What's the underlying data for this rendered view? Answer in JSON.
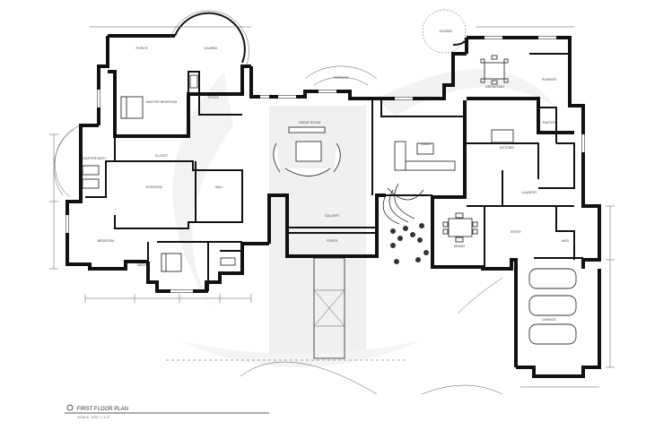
{
  "plan": {
    "title": "FIRST FLOOR PLAN",
    "scale_note": "SCALE: 3/32\" = 1'-0\"",
    "rooms": {
      "master_bedroom": "MASTER BEDROOM",
      "master_bath": "MASTER BATH",
      "closet": "CLOSET",
      "study": "STUDY",
      "great_room": "GREAT ROOM",
      "family": "FAMILY",
      "kitchen": "KITCHEN",
      "dining": "DINING",
      "mudroom": "MUD",
      "garage": "GARAGE",
      "foyer": "FOYER",
      "gallery": "GALLERY",
      "bedroom": "BEDROOM",
      "bath": "BATH",
      "porch": "PORCH",
      "pantry": "PANTRY",
      "breakfast": "BREAKFAST",
      "laundry": "LAUNDRY",
      "powder": "POWDER",
      "terrace": "TERRACE",
      "entry": "ENTRY",
      "hall": "HALL",
      "gazebo": "GAZEBO",
      "exercise": "EXERCISE"
    }
  }
}
